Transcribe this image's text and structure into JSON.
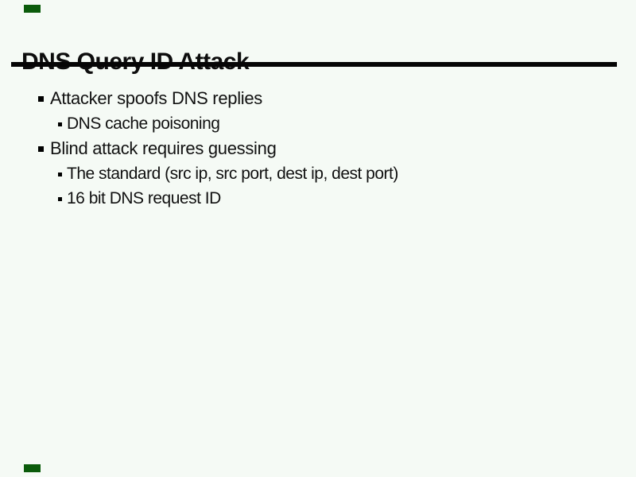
{
  "slide": {
    "title": "DNS Query ID Attack",
    "bullets": [
      {
        "level": 1,
        "text": "Attacker spoofs DNS replies"
      },
      {
        "level": 2,
        "text": "DNS cache poisoning"
      },
      {
        "level": 1,
        "text": "Blind attack requires guessing"
      },
      {
        "level": 2,
        "text": "The standard (src ip, src port, dest ip, dest port)"
      },
      {
        "level": 2,
        "text": "16 bit DNS request ID"
      }
    ]
  },
  "colors": {
    "background": "#f5faf5",
    "text": "#111111",
    "title_rule": "#050505",
    "bullet_marker": "#000000",
    "corner_marker": "#0b5b0b"
  }
}
